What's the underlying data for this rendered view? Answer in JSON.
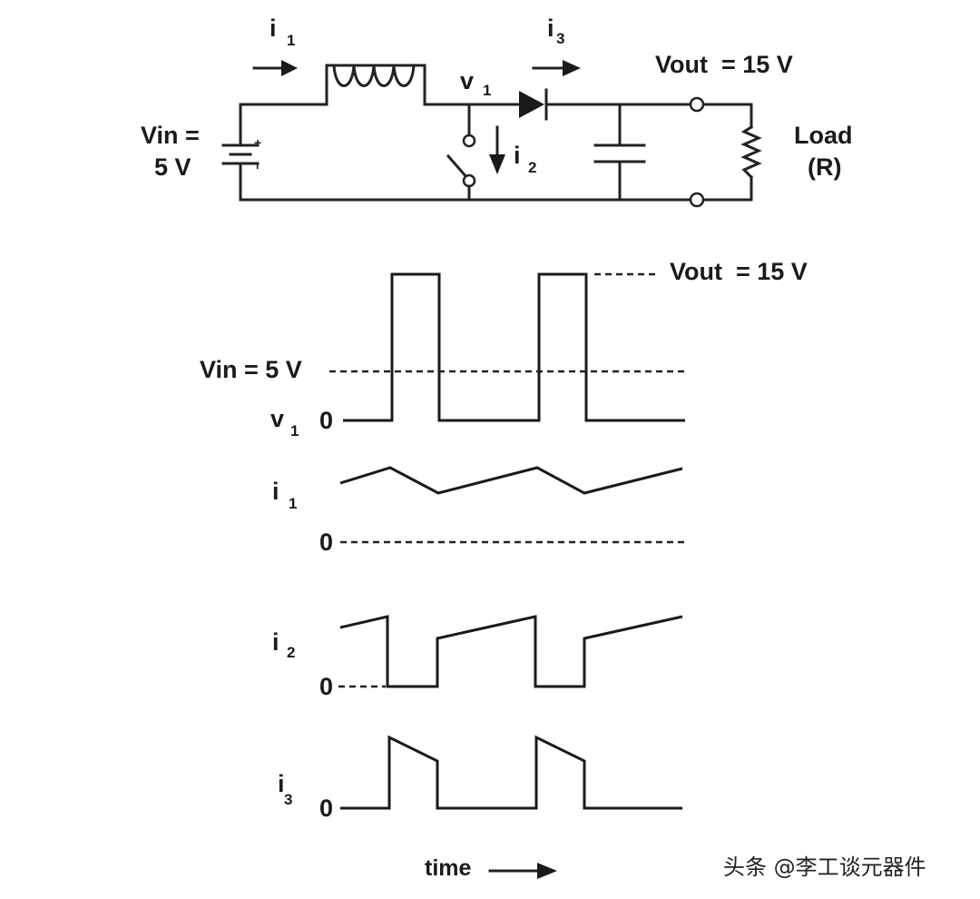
{
  "circuit": {
    "i1_label": "i",
    "i1_sub": "1",
    "i2_label": "i",
    "i2_sub": "2",
    "i3_label": "i",
    "i3_sub": "3",
    "v1_label": "v",
    "v1_sub": "1",
    "vin_line1": "Vin =",
    "vin_line2": "5 V",
    "vout_label": "Vout  = 15 V",
    "load_line1": "Load",
    "load_line2": "(R)"
  },
  "waveforms": {
    "vout_ref": "Vout  = 15 V",
    "vin_ref": "Vin = 5 V",
    "v1_label": "v",
    "v1_sub": "1",
    "i1_label": "i",
    "i1_sub": "1",
    "i2_label": "i",
    "i2_sub": "2",
    "i3_label": "i",
    "i3_sub": "3",
    "zero": "0",
    "time_label": "time"
  },
  "watermark": "头条 @李工谈元器件"
}
